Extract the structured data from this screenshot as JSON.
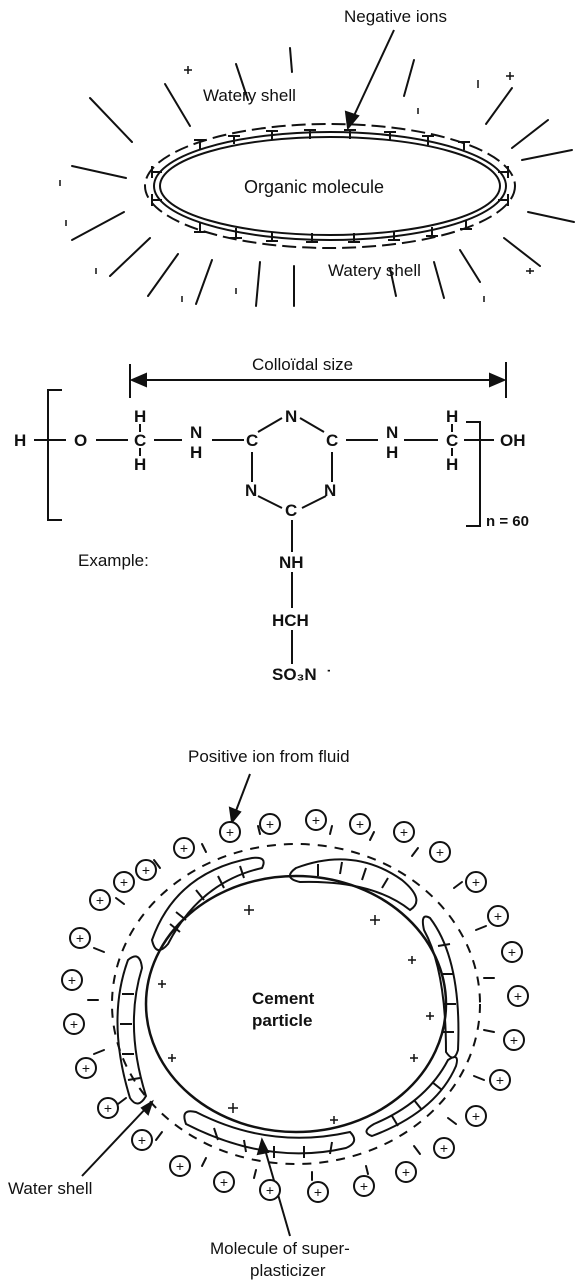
{
  "figure1": {
    "negative_ions_label": "Negative ions",
    "watery_shell_top": "Watery shell",
    "organic_molecule_label": "Organic molecule",
    "watery_shell_bottom": "Watery shell"
  },
  "figure2": {
    "colloidal_size_label": "Colloïdal size",
    "atoms": {
      "h_left": "H",
      "o": "O",
      "ch2_left_top": "H",
      "c_left": "C",
      "ch2_left_bottom": "H",
      "n_left": "N",
      "nh_left_h": "H",
      "c_ring_left": "C",
      "n_ring_top": "N",
      "c_ring_right": "C",
      "n_right": "N",
      "nh_right_h": "H",
      "ch2_right_top": "H",
      "c_right": "C",
      "ch2_right_bottom": "H",
      "oh": "OH",
      "n_ring_bottom_left": "N",
      "n_ring_bottom_right": "N",
      "c_ring_bottom": "C",
      "nh_sub": "NH",
      "hch_sub": "HCH",
      "so3n_sub": "SO₃N",
      "so3n_charge": "˙"
    },
    "repeat_label": "n = 60",
    "example_label": "Example:"
  },
  "figure3": {
    "positive_ion_label": "Positive ion from fluid",
    "cement_particle_line1": "Cement",
    "cement_particle_line2": "particle",
    "water_shell_label": "Water shell",
    "superplasticizer_line1": "Molecule of super-",
    "superplasticizer_line2": "plasticizer",
    "ion_symbol": "+"
  }
}
